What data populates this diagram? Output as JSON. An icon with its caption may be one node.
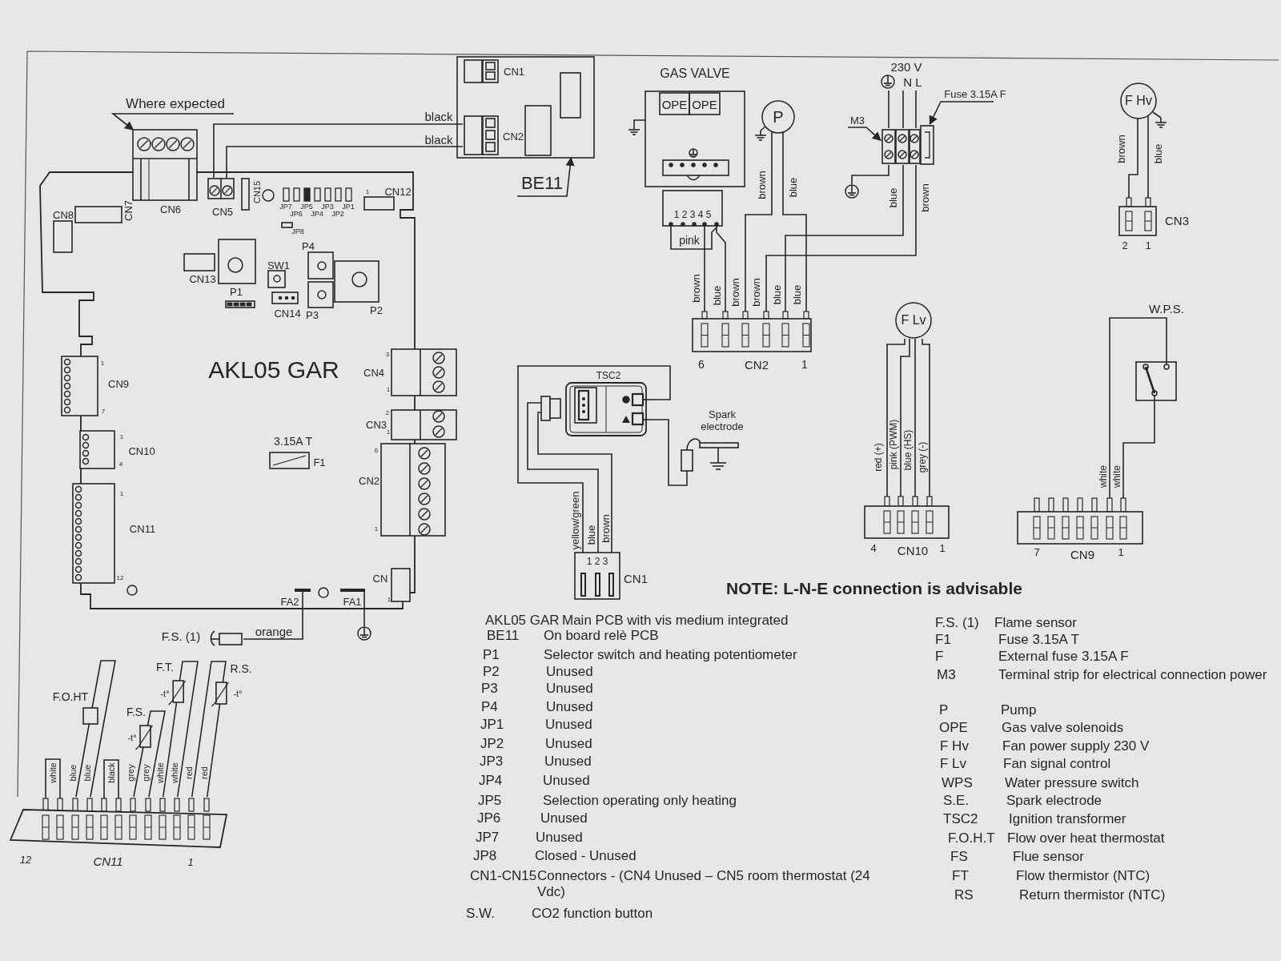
{
  "diagram": {
    "nodes": [
      {
        "text": [
          "AKL05 GAR"
        ]
      },
      {
        "text": [
          "CN5"
        ],
        "in": 0
      },
      {
        "text": [
          "FA2"
        ],
        "in": 0
      },
      {
        "text": [
          "FA1"
        ],
        "in": 0
      },
      {
        "text": [
          "Where expected"
        ]
      },
      {
        "text": [],
        "shape": "box"
      },
      {
        "text": [],
        "shape": "box"
      },
      {
        "text": [
          "CN1"
        ],
        "in": 6
      },
      {
        "text": [
          "CN2"
        ],
        "in": 6
      },
      {
        "text": [
          "BE11"
        ]
      },
      {
        "text": [
          "GAS VALVE"
        ]
      },
      {
        "text": [
          "OPE"
        ],
        "in": 10
      },
      {
        "text": [
          "OPE"
        ],
        "in": 10
      },
      {
        "text": [
          "1 2 3 4 5"
        ]
      },
      {
        "text": [
          "P"
        ]
      },
      {
        "text": [
          "CN2"
        ],
        "beside": [
          "6",
          "1"
        ]
      },
      {
        "text": [],
        "shape": "box"
      },
      {
        "text": [
          "M3"
        ]
      },
      {
        "text": [
          "Fuse 3.15A F"
        ]
      },
      {
        "text": [],
        "shape": "box"
      },
      {
        "text": [
          "230 V",
          "N L"
        ]
      },
      {
        "text": [],
        "shape": "circle"
      },
      {
        "text": [
          "F Hv"
        ]
      },
      {
        "text": [
          "CN3"
        ],
        "beside": [
          "2",
          "1"
        ]
      },
      {
        "text": [
          "F Lv"
        ]
      },
      {
        "text": [
          "CN10"
        ],
        "beside": [
          "4",
          "1"
        ]
      },
      {
        "text": [
          "W.P.S."
        ]
      },
      {
        "text": [
          "CN9"
        ],
        "beside": [
          "7",
          "1"
        ]
      },
      {
        "text": [
          "TSC2"
        ]
      },
      {
        "text": [
          "Spark electrode"
        ]
      },
      {
        "text": [
          "1 2 3"
        ],
        "beside": [
          "CN1"
        ]
      },
      {
        "text": [
          "F.S. (1)"
        ]
      },
      {
        "text": [],
        "shape": "circle"
      },
      {
        "text": [
          "CN11"
        ],
        "beside": [
          "12",
          "1"
        ]
      },
      {
        "text": [
          "F.O.HT"
        ]
      },
      {
        "text": [
          "F.S.",
          "-t°"
        ]
      },
      {
        "text": [
          "F.T.",
          "-t°"
        ]
      },
      {
        "text": [
          "R.S.",
          "-t°"
        ]
      }
    ],
    "edges": [
      {
        "from": 1,
        "to": 8,
        "arrow": "none",
        "label": "black"
      },
      {
        "from": 1,
        "to": 8,
        "arrow": "none",
        "label": "black"
      },
      {
        "from": 4,
        "to": 5,
        "arrow": "to"
      },
      {
        "from": 9,
        "to": 6,
        "arrow": "to"
      },
      {
        "from": 13,
        "to": 15,
        "arrow": "none",
        "label": "brown"
      },
      {
        "from": 13,
        "to": 15,
        "arrow": "none",
        "label": "blue"
      },
      {
        "from": 14,
        "to": 15,
        "arrow": "none",
        "label": "brown"
      },
      {
        "from": 14,
        "to": 15,
        "arrow": "none",
        "label": "blue"
      },
      {
        "from": 20,
        "to": 16,
        "arrow": "none"
      },
      {
        "from": 20,
        "to": 16,
        "arrow": "none"
      },
      {
        "from": 20,
        "to": 16,
        "arrow": "none"
      },
      {
        "from": 16,
        "to": 21,
        "arrow": "none"
      },
      {
        "from": 16,
        "to": 15,
        "arrow": "none",
        "label": "blue"
      },
      {
        "from": 16,
        "to": 15,
        "arrow": "none",
        "label": "brown"
      },
      {
        "from": 17,
        "to": 16,
        "arrow": "to"
      },
      {
        "from": 18,
        "to": 19,
        "arrow": "to"
      },
      {
        "from": 22,
        "to": 23,
        "arrow": "none",
        "label": "brown"
      },
      {
        "from": 22,
        "to": 23,
        "arrow": "none",
        "label": "blue"
      },
      {
        "from": 24,
        "to": 25,
        "arrow": "none",
        "label": "red (+)"
      },
      {
        "from": 24,
        "to": 25,
        "arrow": "none",
        "label": "pink (PWM)"
      },
      {
        "from": 24,
        "to": 25,
        "arrow": "none",
        "label": "blue (HS)"
      },
      {
        "from": 24,
        "to": 25,
        "arrow": "none",
        "label": "grey (-)"
      },
      {
        "from": 26,
        "to": 27,
        "arrow": "none",
        "label": "white"
      },
      {
        "from": 26,
        "to": 27,
        "arrow": "none",
        "label": "white"
      },
      {
        "from": 28,
        "to": 30,
        "arrow": "none",
        "label": "yellow/green"
      },
      {
        "from": 28,
        "to": 30,
        "arrow": "none",
        "label": "blue"
      },
      {
        "from": 28,
        "to": 30,
        "arrow": "none",
        "label": "brown"
      },
      {
        "from": 28,
        "to": 29,
        "arrow": "none"
      },
      {
        "from": 2,
        "to": 31,
        "arrow": "none",
        "label": "orange"
      },
      {
        "from": 3,
        "to": 32,
        "arrow": "none"
      },
      {
        "from": 34,
        "to": 33,
        "arrow": "none",
        "label": "blue"
      },
      {
        "from": 34,
        "to": 33,
        "arrow": "none",
        "label": "blue"
      },
      {
        "from": 35,
        "to": 33,
        "arrow": "none",
        "label": "grey"
      },
      {
        "from": 35,
        "to": 33,
        "arrow": "none",
        "label": "grey"
      },
      {
        "from": 36,
        "to": 33,
        "arrow": "none",
        "label": "white"
      },
      {
        "from": 36,
        "to": 33,
        "arrow": "none",
        "label": "white"
      },
      {
        "from": 37,
        "to": 33,
        "arrow": "none",
        "label": "red"
      },
      {
        "from": 37,
        "to": 33,
        "arrow": "none",
        "label": "red"
      }
    ],
    "labels": [
      "CN6",
      "CN7",
      "CN8",
      "CN15",
      "JP7",
      "JP6",
      "JP5",
      "JP4",
      "JP3",
      "JP2",
      "JP1",
      "1",
      "CN12",
      "JP8",
      "CN13",
      "P1",
      "SW1",
      "P4",
      "P2",
      "CN14",
      "P3",
      "CN9",
      "1",
      "7",
      "CN4",
      "3",
      "1",
      "CN10",
      "1",
      "4",
      "CN3",
      "2",
      "1",
      "3.15A T",
      "F1",
      "CN2",
      "6",
      "1",
      "CN11",
      "1",
      "12",
      "CN",
      "1",
      "pink",
      "brown",
      "brown",
      "blue",
      "blue",
      "white",
      "black",
      "NOTE: L-N-E connection is advisable",
      "AKL05 GAR",
      "Main PCB with vis medium integrated",
      "BE11",
      "On board relè PCB",
      "P1",
      "Selector switch and heating potentiometer",
      "P2",
      "Unused",
      "P3",
      "Unused",
      "P4",
      "Unused",
      "JP1",
      "Unused",
      "JP2",
      "Unused",
      "JP3",
      "Unused",
      "JP4",
      "Unused",
      "JP5",
      "Selection operating only heating",
      "JP6",
      "Unused",
      "JP7",
      "Unused",
      "JP8",
      "Closed - Unused",
      "CN1-CN15",
      "Connectors - (CN4 Unused – CN5 room thermostat (24 Vdc)",
      "S.W.",
      "CO2 function button",
      "F.S. (1)",
      "Flame sensor",
      "F1",
      "Fuse 3.15A T",
      "F",
      "External fuse 3.15A F",
      "M3",
      "Terminal strip for electrical connection power",
      "P",
      "Pump",
      "OPE",
      "Gas valve solenoids",
      "F Hv",
      "Fan power supply 230 V",
      "F Lv",
      "Fan signal control",
      "WPS",
      "Water pressure switch",
      "S.E.",
      "Spark electrode",
      "TSC2",
      "Ignition transformer",
      "F.O.H.T",
      "Flow over heat thermostat",
      "FS",
      "Flue sensor",
      "FT",
      "Flow thermistor (NTC)",
      "RS",
      "Return thermistor (NTC)"
    ]
  }
}
